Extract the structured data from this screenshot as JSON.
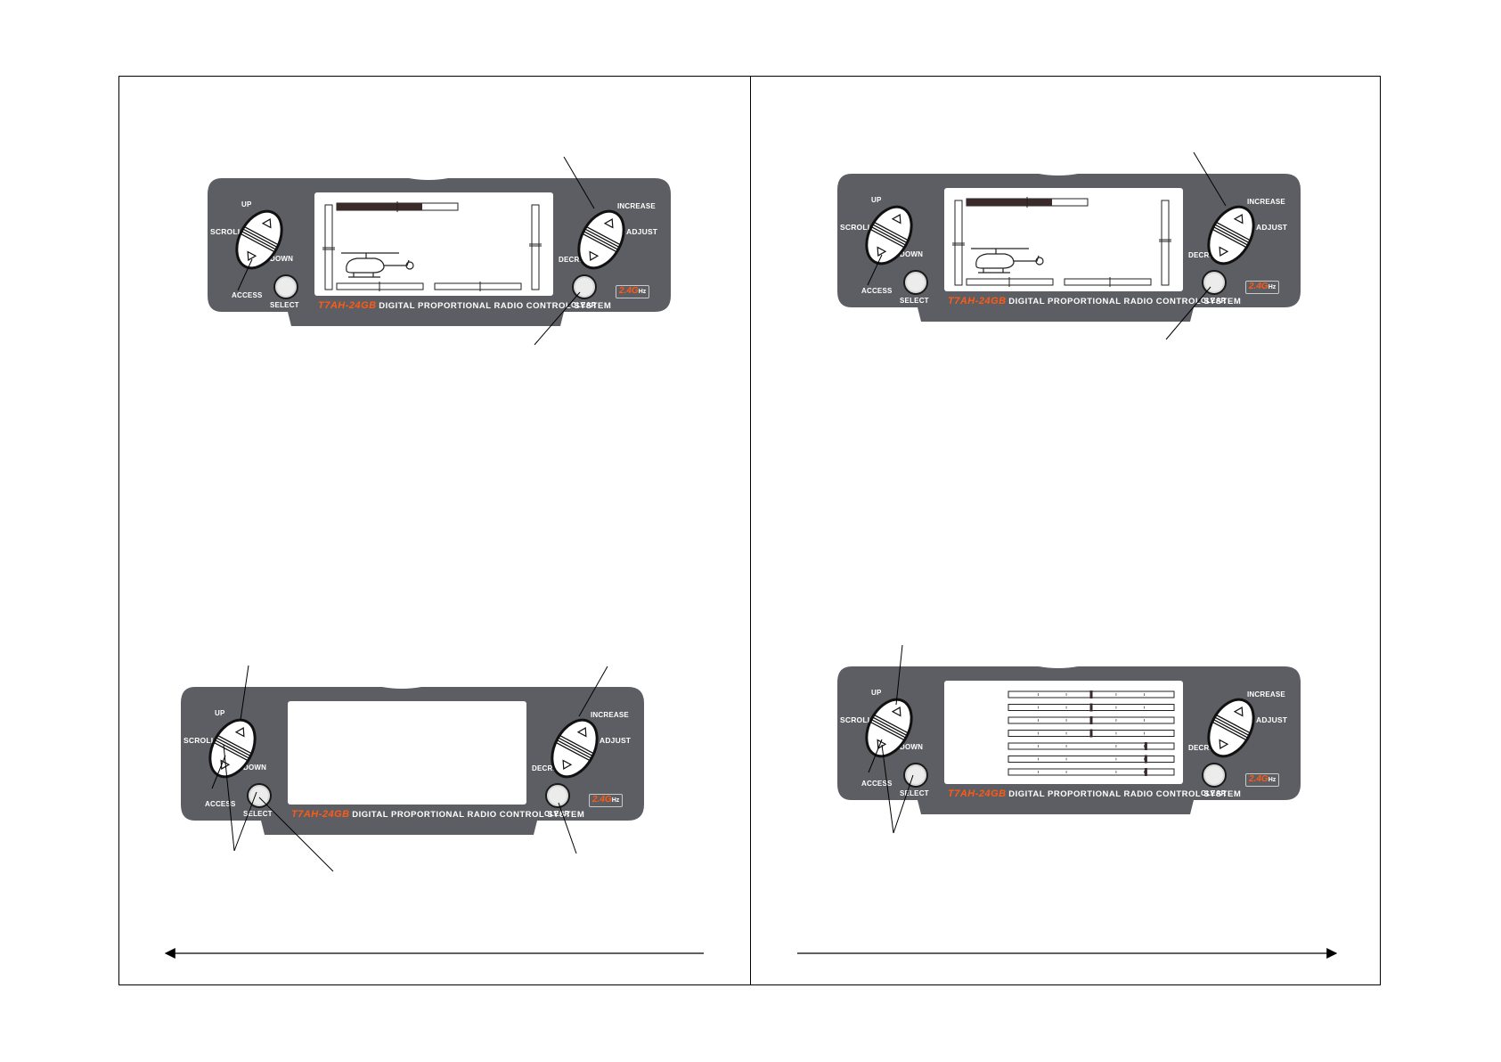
{
  "panel_labels": {
    "up": "UP",
    "scroll": "SCROLL",
    "down": "DOWN",
    "access": "ACCESS",
    "select": "SELECT",
    "increase": "INCREASE",
    "adjust": "ADJUST",
    "decrease": "DECREASE",
    "clear": "CLEAR"
  },
  "brand": {
    "model": "T7AH-24GB",
    "tagline": "DIGITAL PROPORTIONAL RADIO CONTROL SYSTEM"
  },
  "frequency_badge": {
    "value": "2.4G",
    "unit": "Hz"
  },
  "colors": {
    "panel_body": "#5d5e63",
    "brand_accent": "#ff5a14",
    "label_text": "#ffffff"
  },
  "icons": [
    "helicopter-icon",
    "triangle-up-icon",
    "triangle-down-icon",
    "arrow-left-icon",
    "arrow-right-icon"
  ],
  "screen_content": {
    "top_left": "helicopter-status",
    "top_right": "helicopter-status",
    "bottom_left": "blank",
    "bottom_right": "trim-bars"
  },
  "trim_bars": {
    "rows": 7,
    "marker_positions": [
      0.5,
      0.5,
      0.5,
      0.5,
      0.83,
      0.83,
      0.83
    ]
  }
}
